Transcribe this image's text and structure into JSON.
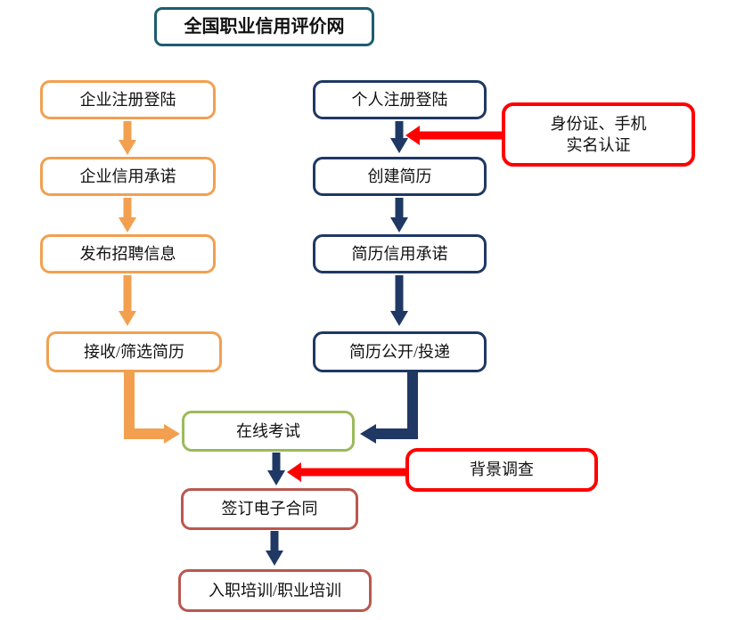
{
  "diagram": {
    "title": "全国职业信用评价网",
    "enterprise_flow": {
      "register": "企业注册登陆",
      "credit_promise": "企业信用承诺",
      "publish_jobs": "发布招聘信息",
      "screen_resumes": "接收/筛选简历"
    },
    "personal_flow": {
      "register": "个人注册登陆",
      "create_resume": "创建简历",
      "resume_credit_promise": "简历信用承诺",
      "resume_publish_deliver": "简历公开/投递"
    },
    "shared_flow": {
      "online_exam": "在线考试",
      "sign_contract": "签订电子合同",
      "training": "入职培训/职业培训"
    },
    "callouts": {
      "identity_line1": "身份证、手机",
      "identity_line2": "实名认证",
      "background_check": "背景调查"
    }
  },
  "colors": {
    "teal": "#1C5D6E",
    "orange": "#F2A050",
    "navy": "#1F3864",
    "green": "#9BBB59",
    "brick": "#BA5750",
    "red": "#FE0000",
    "text": "#111111",
    "background": "#FFFFFF"
  }
}
